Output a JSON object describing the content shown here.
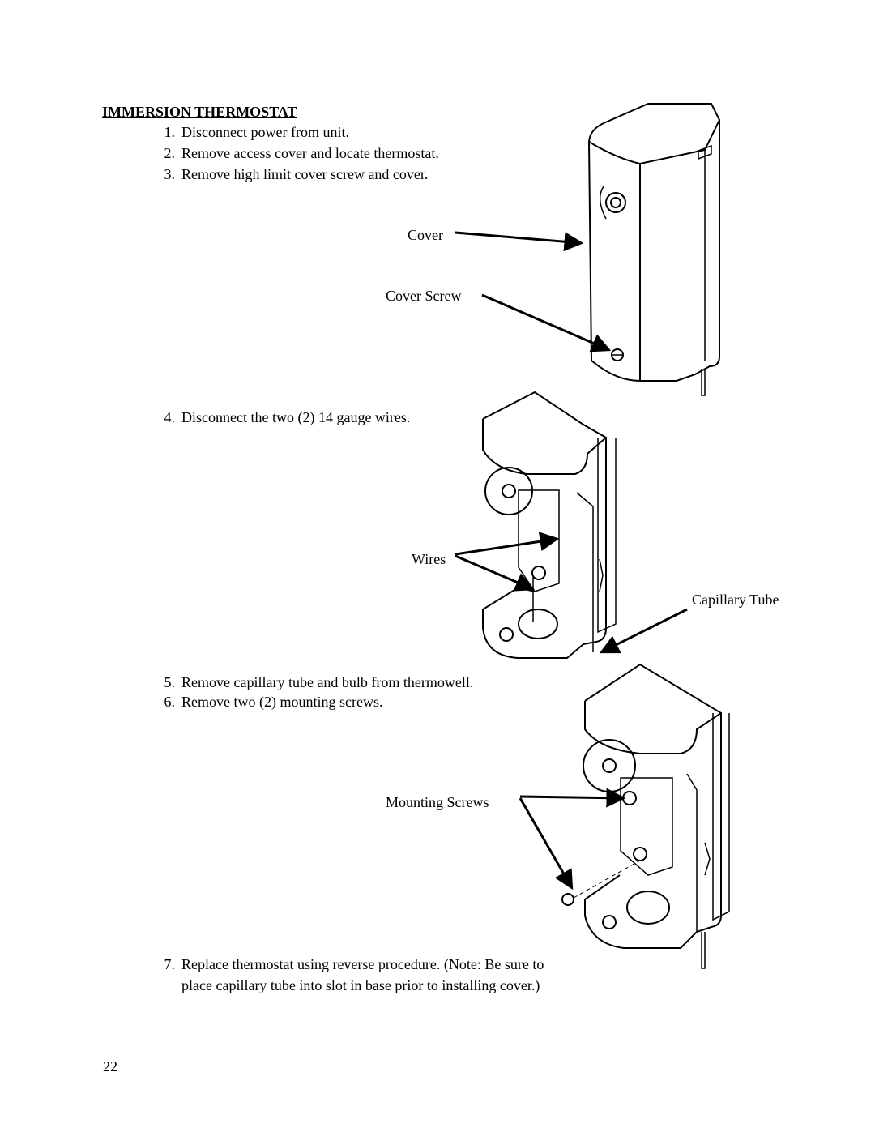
{
  "heading": "IMMERSION THERMOSTAT",
  "steps": [
    {
      "num": "1.",
      "text": "Disconnect power from unit."
    },
    {
      "num": "2.",
      "text": "Remove access cover and locate thermostat."
    },
    {
      "num": "3.",
      "text": "Remove high limit cover screw and cover."
    },
    {
      "num": "4.",
      "text": "Disconnect the two (2) 14 gauge wires."
    },
    {
      "num": "5.",
      "text": "Remove capillary tube and bulb from thermowell."
    },
    {
      "num": "6.",
      "text": "Remove two (2) mounting screws."
    },
    {
      "num": "7.",
      "text": "Replace thermostat using reverse procedure. (Note: Be sure to",
      "text2": "place capillary tube into slot in base prior to installing cover.)"
    }
  ],
  "labels": {
    "cover": "Cover",
    "cover_screw": "Cover Screw",
    "wires": "Wires",
    "capillary_tube": "Capillary Tube",
    "mounting_screws": "Mounting Screws"
  },
  "page_number": "22"
}
